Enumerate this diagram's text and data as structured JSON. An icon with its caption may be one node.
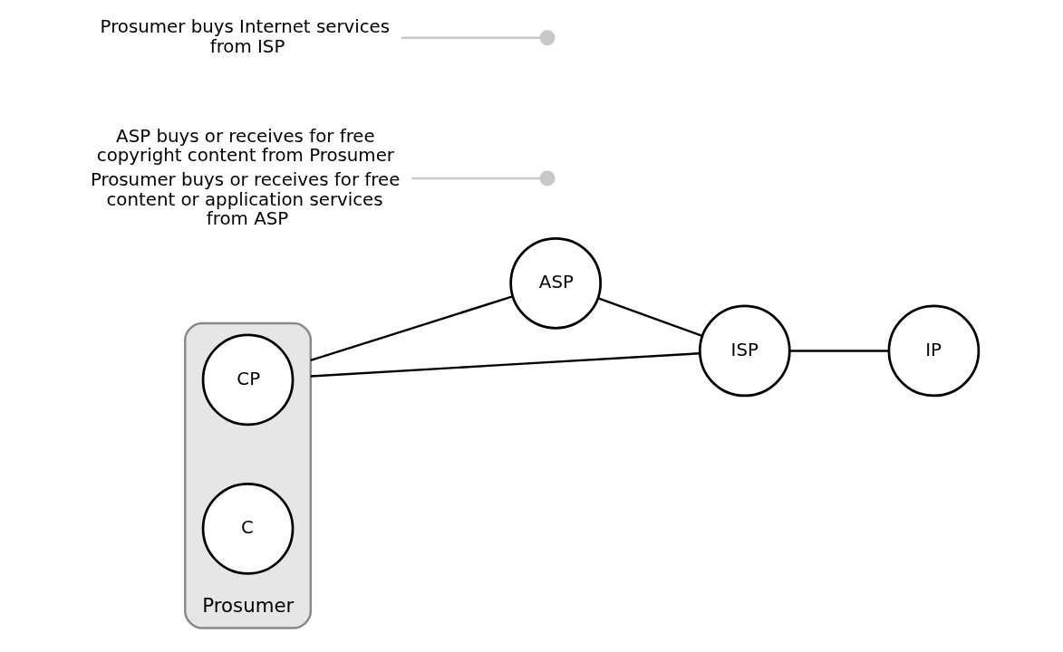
{
  "diagram": {
    "nodes": [
      {
        "text": [
          "Prosumer"
        ]
      },
      {
        "text": [
          "CP"
        ],
        "in": 0
      },
      {
        "text": [
          "C"
        ],
        "in": 0
      },
      {
        "text": [
          "ASP"
        ]
      },
      {
        "text": [
          "ISP"
        ]
      },
      {
        "text": [
          "IP"
        ]
      },
      {
        "text": [
          "ASP buys or receives for free copyright content from Prosumer",
          "Prosumer buys or receives for free content or application services from ASP"
        ]
      },
      {
        "text": [
          "Prosumer buys Internet services from ISP"
        ]
      }
    ],
    "edges": [
      {
        "from": 0,
        "to": 3,
        "arrow": "none"
      },
      {
        "from": 0,
        "to": 4,
        "arrow": "none"
      },
      {
        "from": 3,
        "to": 4,
        "arrow": "none"
      },
      {
        "from": 4,
        "to": 5,
        "arrow": "none"
      },
      {
        "from": 6,
        "to": null,
        "arrow": "other",
        "color": "#c8c8c8"
      },
      {
        "from": 7,
        "to": null,
        "arrow": "other",
        "color": "#c8c8c8"
      }
    ]
  }
}
